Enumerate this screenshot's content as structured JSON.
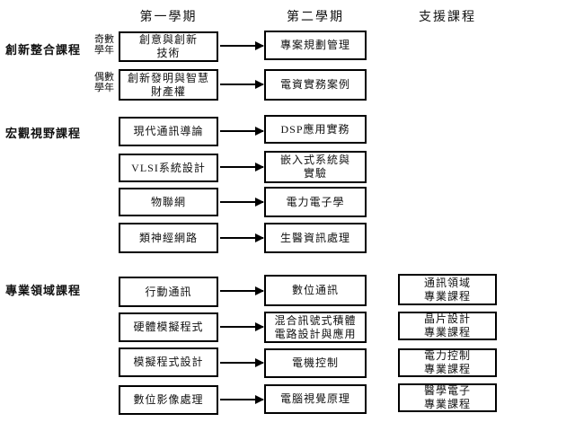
{
  "headers": {
    "semester1": "第一學期",
    "semester2": "第二學期",
    "support": "支援課程"
  },
  "section_labels": [
    "創新整合課程",
    "宏觀視野課程",
    "專業領域課程"
  ],
  "year_labels": {
    "odd": "奇數\n學年",
    "even": "偶數\n學年"
  },
  "rows": [
    {
      "sem1": "創意與創新\n技術",
      "sem2": "專案規劃管理"
    },
    {
      "sem1": "創新發明與智慧\n財產權",
      "sem2": "電資實務案例"
    },
    {
      "sem1": "現代通訊導論",
      "sem2": "DSP應用實務"
    },
    {
      "sem1": "VLSI系統設計",
      "sem2": "嵌入式系統與\n實驗"
    },
    {
      "sem1": "物聯網",
      "sem2": "電力電子學"
    },
    {
      "sem1": "類神經網路",
      "sem2": "生醫資訊處理"
    },
    {
      "sem1": "行動通訊",
      "sem2": "數位通訊",
      "support": "通訊領域\n專業課程"
    },
    {
      "sem1": "硬體模擬程式",
      "sem2": "混合訊號式積體\n電路設計與應用",
      "support": "晶片設計\n專業課程"
    },
    {
      "sem1": "模擬程式設計",
      "sem2": "電機控制",
      "support": "電力控制\n專業課程"
    },
    {
      "sem1": "數位影像處理",
      "sem2": "電腦視覺原理",
      "support": "醫學電子\n專業課程"
    }
  ]
}
